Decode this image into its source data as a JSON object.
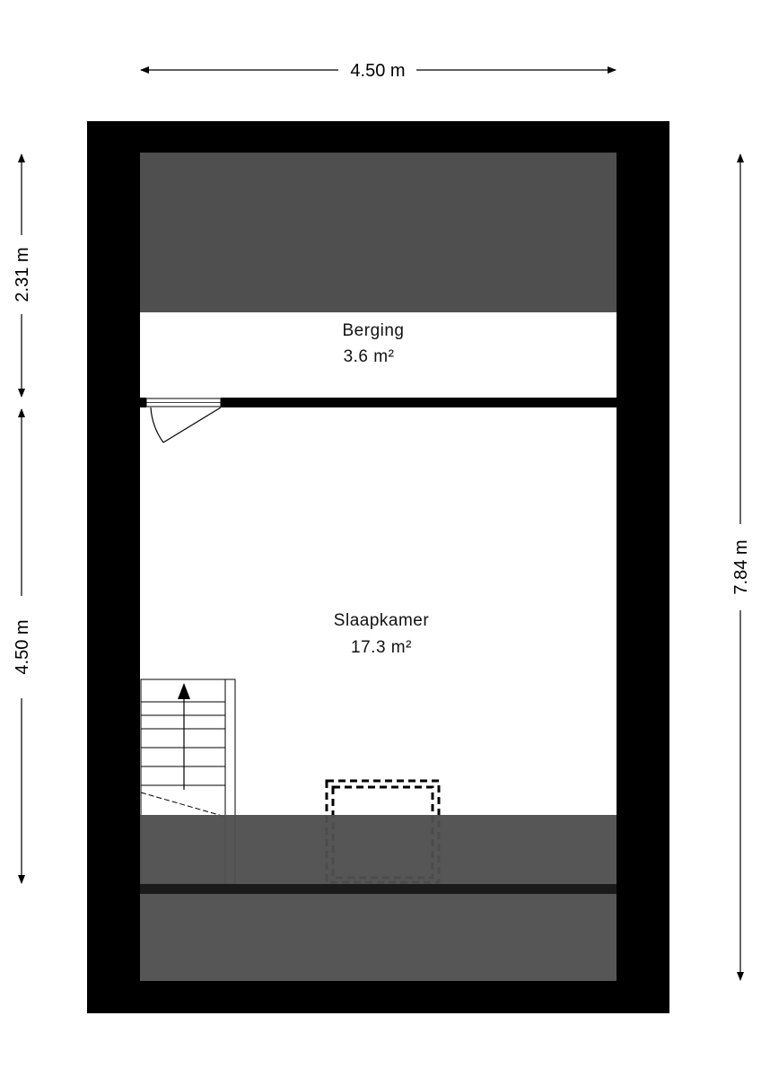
{
  "dimensions": {
    "top_width": "4.50 m",
    "left_upper": "2.31 m",
    "left_lower": "4.50 m",
    "right_total": "7.84 m"
  },
  "rooms": [
    {
      "name": "Berging",
      "area": "3.6 m²"
    },
    {
      "name": "Slaapkamer",
      "area": "17.3 m²"
    }
  ],
  "colors": {
    "wall": "#000000",
    "sloped_ceiling": "#4f4f4f",
    "floor": "#ffffff"
  },
  "icons": [
    "door-swing-icon",
    "staircase-icon",
    "stair-arrow-icon",
    "hatch-icon"
  ]
}
